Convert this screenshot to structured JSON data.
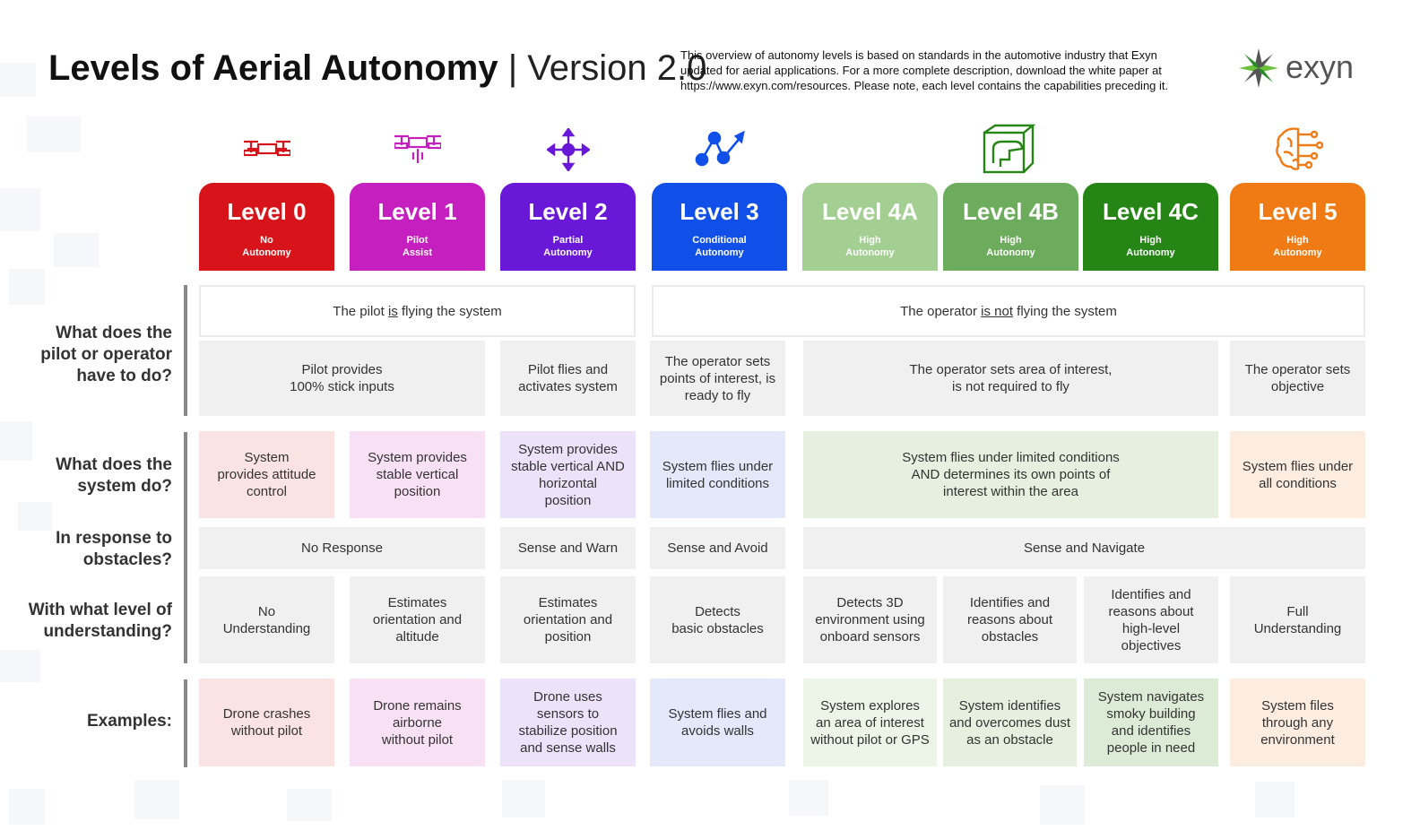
{
  "header": {
    "title_bold": "Levels of Aerial Autonomy",
    "title_version": "| Version 2.0",
    "intro_line1": "This overview of autonomy levels is based on standards in the automotive industry that Exyn",
    "intro_line2": "updated for aerial applications. For a more complete description, download the white paper at",
    "intro_line3": "https://www.exyn.com/resources. Please note, each level contains the capabilities preceding it.",
    "logo_text": "exyn"
  },
  "levels": [
    {
      "name": "Level 0",
      "sub1": "No",
      "sub2": "Autonomy",
      "color": "#d7141a",
      "icon": "drone-icon"
    },
    {
      "name": "Level 1",
      "sub1": "Pilot",
      "sub2": "Assist",
      "color": "#c61fc0",
      "icon": "drone-remote-icon"
    },
    {
      "name": "Level 2",
      "sub1": "Partial",
      "sub2": "Autonomy",
      "color": "#6a18d8",
      "icon": "move-arrows-icon"
    },
    {
      "name": "Level 3",
      "sub1": "Conditional",
      "sub2": "Autonomy",
      "color": "#1150e8",
      "icon": "waypoints-icon"
    },
    {
      "name": "Level 4A",
      "sub1": "High",
      "sub2": "Autonomy",
      "color": "#a4cf93",
      "icon": "cube-path-icon"
    },
    {
      "name": "Level 4B",
      "sub1": "High",
      "sub2": "Autonomy",
      "color": "#6dac5c"
    },
    {
      "name": "Level 4C",
      "sub1": "High",
      "sub2": "Autonomy",
      "color": "#258515"
    },
    {
      "name": "Level 5",
      "sub1": "High",
      "sub2": "Autonomy",
      "color": "#f07a14",
      "icon": "brain-circuit-icon"
    }
  ],
  "questions": {
    "q1": [
      "What does the",
      "pilot or operator",
      "have to do?"
    ],
    "q2": [
      "What does the",
      "system do?"
    ],
    "q3": [
      "In response to",
      "obstacles?"
    ],
    "q4": [
      "With what level of",
      "understanding?"
    ],
    "q5": [
      "Examples:"
    ]
  },
  "flying": {
    "pilot": {
      "pre": "The pilot ",
      "ul": "is",
      "post": " flying the system"
    },
    "operator": {
      "pre": "The operator ",
      "ul": "is not",
      "post": " flying the system"
    }
  },
  "operator_tasks": [
    {
      "l1": "Pilot provides",
      "l2": "100% stick inputs"
    },
    {
      "l1": "Pilot flies and",
      "l2": "activates system"
    },
    {
      "l1": "The operator sets",
      "l2": "points of interest, is",
      "l3": "ready to fly"
    },
    {
      "l1": "The operator sets area of interest,",
      "l2": "is not required to fly"
    },
    {
      "l1": "The operator sets",
      "l2": "objective"
    }
  ],
  "system_does": [
    {
      "l1": "System",
      "l2": "provides attitude",
      "l3": "control",
      "bg": "#fbe3e4"
    },
    {
      "l1": "System provides",
      "l2": "stable vertical",
      "l3": "position",
      "bg": "#f9e1f5"
    },
    {
      "l1": "System provides",
      "l2": "stable vertical AND",
      "l3": "horizontal",
      "l4": "position",
      "bg": "#ece2fa"
    },
    {
      "l1": "System flies under",
      "l2": "limited conditions",
      "bg": "#e4e8fb"
    },
    {
      "l1": "System flies under limited conditions",
      "l2": "AND determines its own points of",
      "l3": "interest within the area",
      "bg": "#e5f0df"
    },
    {
      "l1": "System flies under",
      "l2": "all conditions",
      "bg": "#fdede1"
    }
  ],
  "obstacles": [
    "No Response",
    "Sense and Warn",
    "Sense and Avoid",
    "Sense and Navigate"
  ],
  "understanding": [
    {
      "l1": "No",
      "l2": "Understanding"
    },
    {
      "l1": "Estimates",
      "l2": "orientation and",
      "l3": "altitude"
    },
    {
      "l1": "Estimates",
      "l2": "orientation and",
      "l3": "position"
    },
    {
      "l1": "Detects",
      "l2": "basic obstacles"
    },
    {
      "l1": "Detects 3D",
      "l2": "environment using",
      "l3": "onboard sensors"
    },
    {
      "l1": "Identifies and",
      "l2": "reasons about",
      "l3": "obstacles"
    },
    {
      "l1": "Identifies and",
      "l2": "reasons about",
      "l3": "high-level",
      "l4": "objectives"
    },
    {
      "l1": "Full",
      "l2": "Understanding"
    }
  ],
  "examples": [
    {
      "l1": "Drone crashes",
      "l2": "without pilot",
      "bg": "#fbe3e4"
    },
    {
      "l1": "Drone remains",
      "l2": "airborne",
      "l3": "without pilot",
      "bg": "#f9e1f5"
    },
    {
      "l1": "Drone uses",
      "l2": "sensors to",
      "l3": "stabilize position",
      "l4": "and sense walls",
      "bg": "#ece2fa"
    },
    {
      "l1": "System flies and",
      "l2": "avoids walls",
      "bg": "#e4e8fb"
    },
    {
      "l1": "System explores",
      "l2": "an area of interest",
      "l3": "without pilot or GPS",
      "bg": "#edf5e9"
    },
    {
      "l1": "System identifies",
      "l2": "and overcomes dust",
      "l3": "as an obstacle",
      "bg": "#e5f0df"
    },
    {
      "l1": "System navigates",
      "l2": "smoky building",
      "l3": "and identifies",
      "l4": "people in need",
      "bg": "#dcebd5"
    },
    {
      "l1": "System files",
      "l2": "through any",
      "l3": "environment",
      "bg": "#fdede1"
    }
  ]
}
